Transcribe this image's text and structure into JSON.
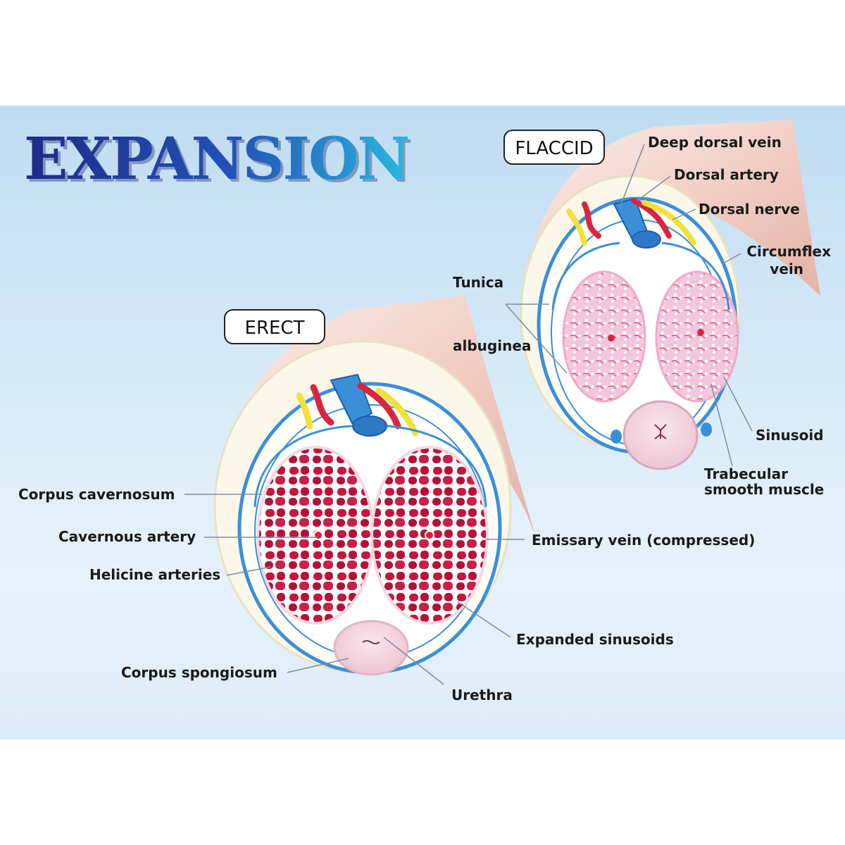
{
  "title": "EXPANSION",
  "states": {
    "flaccid": "FLACCID",
    "erect": "ERECT"
  },
  "labels": {
    "deep_dorsal_vein": "Deep dorsal vein",
    "dorsal_artery": "Dorsal artery",
    "dorsal_nerve": "Dorsal nerve",
    "circumflex_vein_line1": "Circumflex",
    "circumflex_vein_line2": "vein",
    "tunica": "Tunica",
    "albuginea": "albuginea",
    "sinusoid": "Sinusoid",
    "trabecular_line1": "Trabecular",
    "trabecular_line2": "smooth muscle",
    "corpus_cavernosum": "Corpus cavernosum",
    "cavernous_artery": "Cavernous artery",
    "helicine_arteries": "Helicine arteries",
    "emissary_vein": "Emissary vein (compressed)",
    "expanded_sinusoids": "Expanded sinusoids",
    "corpus_spongiosum": "Corpus spongiosum",
    "urethra": "Urethra"
  },
  "colors": {
    "title_dark": "#1d2a8a",
    "title_light": "#2ab8e0",
    "vein_blue": "#3b8fd9",
    "artery_red": "#d7263d",
    "nerve_yellow": "#f2e13c",
    "flaccid_tissue": "#f3c6dd",
    "erect_tissue": "#b8213f",
    "spongiosum": "#f6d6e2"
  }
}
